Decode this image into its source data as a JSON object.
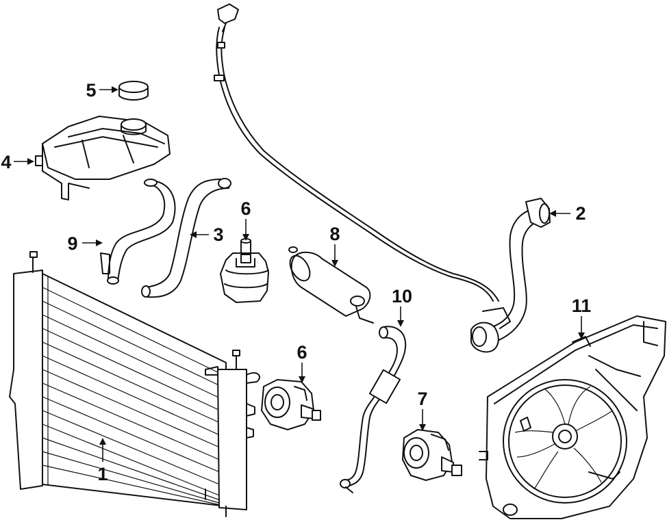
{
  "callouts": [
    {
      "id": "1",
      "label": "1"
    },
    {
      "id": "2",
      "label": "2"
    },
    {
      "id": "3",
      "label": "3"
    },
    {
      "id": "4",
      "label": "4"
    },
    {
      "id": "5",
      "label": "5"
    },
    {
      "id": "6a",
      "label": "6"
    },
    {
      "id": "6b",
      "label": "6"
    },
    {
      "id": "7",
      "label": "7"
    },
    {
      "id": "8",
      "label": "8"
    },
    {
      "id": "9",
      "label": "9"
    },
    {
      "id": "10",
      "label": "10"
    },
    {
      "id": "11",
      "label": "11"
    }
  ]
}
